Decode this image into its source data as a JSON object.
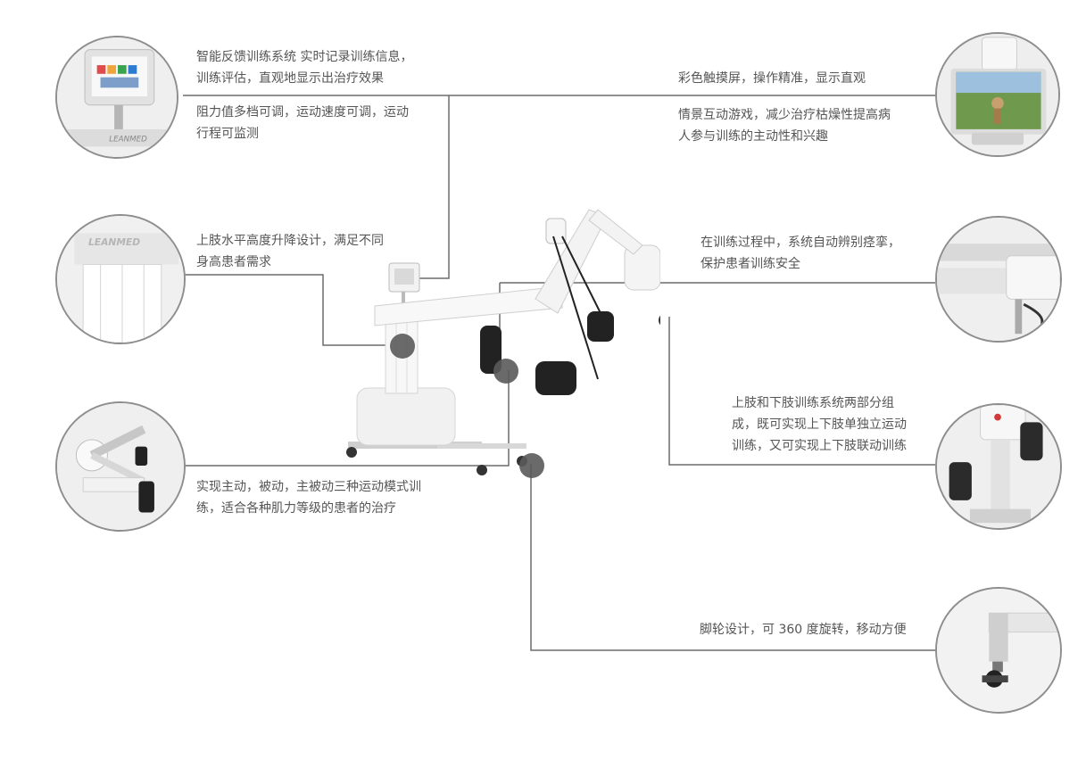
{
  "callouts": {
    "feedback_system": {
      "line1": "智能反馈训练系统 实时记录训练信息，",
      "line2": "训练评估，直观地显示出治疗效果"
    },
    "resistance": {
      "line1": "阻力值多档可调，运动速度可调，运动",
      "line2": "行程可监测"
    },
    "touchscreen": {
      "line1": "彩色触摸屏，操作精准，显示直观"
    },
    "scene_game": {
      "line1": "情景互动游戏，减少治疗枯燥性提高病",
      "line2": "人参与训练的主动性和兴趣"
    },
    "height_adjust": {
      "line1": "上肢水平高度升降设计，满足不同",
      "line2": "身高患者需求"
    },
    "spasm": {
      "line1": "在训练过程中，系统自动辨别痉挛，",
      "line2": "保护患者训练安全"
    },
    "upper_lower": {
      "line1": "上肢和下肢训练系统两部分组",
      "line2": "成，既可实现上下肢单独立运动",
      "line3": "训练，又可实现上下肢联动训练"
    },
    "modes": {
      "line1": "实现主动，被动，主被动三种运动模式训",
      "line2": "练，适合各种肌力等级的患者的治疗"
    },
    "casters": {
      "line1": "脚轮设计，可 360 度旋转，移动方便"
    }
  },
  "brand_logo": "LEANMED",
  "colors": {
    "line": "#6b6b6b",
    "circle_border": "#8e8e8e",
    "text": "#555555",
    "dot": "#5a5a5a"
  }
}
